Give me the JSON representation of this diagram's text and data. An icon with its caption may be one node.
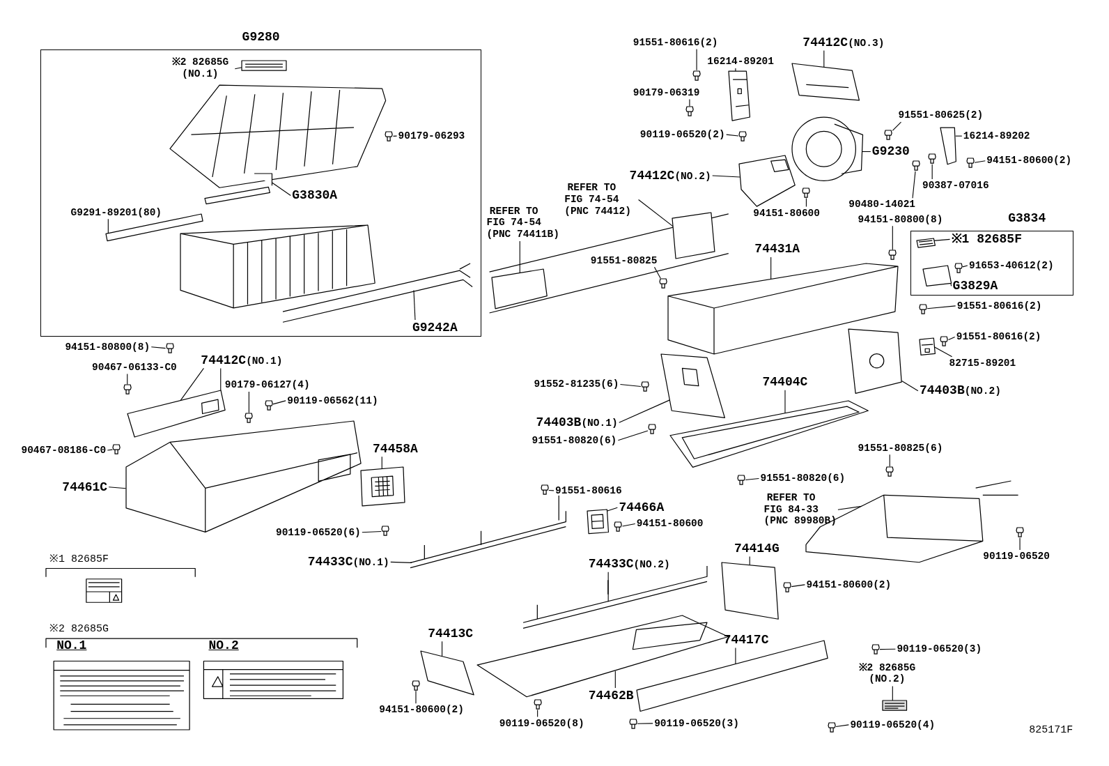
{
  "diagram": {
    "nodes": [
      {
        "text": [
          "G9280"
        ]
      },
      {
        "text": [
          "※2 82685G (NO.1)"
        ],
        "in": 0
      },
      {
        "text": [
          "90179-06293"
        ],
        "in": 0
      },
      {
        "text": [
          "G3830A"
        ],
        "in": 0
      },
      {
        "text": [
          "G9291-89201(80)"
        ],
        "in": 0
      },
      {
        "text": [
          "G9242A"
        ],
        "in": 0
      },
      {
        "text": [
          "94151-80800(8)"
        ]
      },
      {
        "text": [
          "90467-06133-C0"
        ]
      },
      {
        "text": [
          "**74412C**(NO.1)"
        ]
      },
      {
        "text": [
          "90179-06127(4)"
        ]
      },
      {
        "text": [
          "90119-06562(11)"
        ]
      },
      {
        "text": [
          "90467-08186-C0"
        ]
      },
      {
        "text": [
          "74461C"
        ]
      },
      {
        "text": [
          "74458A"
        ]
      },
      {
        "text": [
          "90119-06520(6)"
        ]
      },
      {
        "text": [
          "91551-80616(2)"
        ]
      },
      {
        "text": [
          "16214-89201"
        ]
      },
      {
        "text": [
          "**74412C**(NO.3)"
        ]
      },
      {
        "text": [
          "90179-06319"
        ]
      },
      {
        "text": [
          "90119-06520(2)"
        ]
      },
      {
        "text": [
          "91551-80625(2)"
        ]
      },
      {
        "text": [
          "16214-89202"
        ]
      },
      {
        "text": [
          "G9230"
        ]
      },
      {
        "text": [
          "94151-80600(2)"
        ]
      },
      {
        "text": [
          "**74412C**(NO.2)"
        ]
      },
      {
        "text": [
          "90387-07016"
        ]
      },
      {
        "text": [
          "90480-14021"
        ]
      },
      {
        "text": [
          "REFER TO FIG 74-54 (PNC 74412)"
        ]
      },
      {
        "text": [
          "94151-80600"
        ]
      },
      {
        "text": [
          "REFER TO FIG 74-54 (PNC 74411B)"
        ]
      },
      {
        "text": [
          "94151-80800(8)"
        ]
      },
      {
        "text": [
          "G3834"
        ]
      },
      {
        "text": [
          "※1 82685F"
        ],
        "in": 31
      },
      {
        "text": [
          "91653-40612(2)"
        ],
        "in": 31
      },
      {
        "text": [
          "G3829A"
        ],
        "in": 31
      },
      {
        "text": [
          "74431A"
        ]
      },
      {
        "text": [
          "91551-80825"
        ]
      },
      {
        "text": [
          "91551-80616(2)"
        ]
      },
      {
        "text": [
          "91551-80616(2)"
        ]
      },
      {
        "text": [
          "82715-89201"
        ]
      },
      {
        "text": [
          "91552-81235(6)"
        ]
      },
      {
        "text": [
          "74404C"
        ]
      },
      {
        "text": [
          "**74403B**(NO.2)"
        ]
      },
      {
        "text": [
          "**74403B**(NO.1)"
        ]
      },
      {
        "text": [
          "91551-80820(6)"
        ]
      },
      {
        "text": [
          "91551-80825(6)"
        ]
      },
      {
        "text": [
          "91551-80820(6)"
        ]
      },
      {
        "text": [
          "91551-80616"
        ]
      },
      {
        "text": [
          "74466A"
        ]
      },
      {
        "text": [
          "94151-80600"
        ]
      },
      {
        "text": [
          "REFER TO FIG 84-33 (PNC 89980B)"
        ]
      },
      {
        "text": [
          "90119-06520"
        ]
      },
      {
        "text": [
          "**74433C**(NO.1)"
        ]
      },
      {
        "text": [
          "**74433C**(NO.2)"
        ]
      },
      {
        "text": [
          "74414G"
        ]
      },
      {
        "text": [
          "94151-80600(2)"
        ]
      },
      {
        "text": [
          "74413C"
        ]
      },
      {
        "text": [
          "74417C"
        ]
      },
      {
        "text": [
          "90119-06520(3)"
        ]
      },
      {
        "text": [
          "※2 82685G (NO.2)"
        ]
      },
      {
        "text": [
          "94151-80600(2)"
        ]
      },
      {
        "text": [
          "74462B"
        ]
      },
      {
        "text": [
          "90119-06520(8)"
        ]
      },
      {
        "text": [
          "90119-06520(3)"
        ]
      },
      {
        "text": [
          "90119-06520(4)"
        ]
      },
      {
        "text": [],
        "shape": "picture",
        "in": 0
      },
      {
        "text": [],
        "shape": "picture",
        "in": 0
      },
      {
        "text": [],
        "shape": "picture",
        "in": 0
      },
      {
        "text": [],
        "shape": "picture",
        "in": 0
      },
      {
        "text": [],
        "shape": "picture",
        "in": 0
      },
      {
        "text": [],
        "shape": "picture",
        "in": 0
      },
      {
        "text": [],
        "shape": "picture"
      },
      {
        "text": [],
        "shape": "picture"
      },
      {
        "text": [],
        "shape": "picture"
      },
      {
        "text": [],
        "shape": "picture"
      },
      {
        "text": [],
        "shape": "picture"
      },
      {
        "text": [],
        "shape": "picture"
      },
      {
        "text": [],
        "shape": "picture"
      },
      {
        "text": [],
        "shape": "picture"
      },
      {
        "text": [],
        "shape": "picture"
      },
      {
        "text": [],
        "shape": "picture"
      },
      {
        "text": [],
        "shape": "picture"
      },
      {
        "text": [],
        "shape": "picture",
        "in": 31
      },
      {
        "text": [],
        "shape": "picture",
        "in": 31
      },
      {
        "text": [],
        "shape": "picture"
      },
      {
        "text": [],
        "shape": "picture"
      },
      {
        "text": [],
        "shape": "picture"
      },
      {
        "text": [],
        "shape": "picture"
      },
      {
        "text": [],
        "shape": "picture"
      },
      {
        "text": [],
        "shape": "picture"
      },
      {
        "text": [],
        "shape": "picture"
      },
      {
        "text": [],
        "shape": "picture"
      },
      {
        "text": [],
        "shape": "picture"
      },
      {
        "text": [],
        "shape": "picture"
      },
      {
        "text": [],
        "shape": "picture"
      },
      {
        "text": [],
        "shape": "picture"
      },
      {
        "text": [],
        "shape": "picture"
      },
      {
        "text": [],
        "shape": "picture",
        "in": 0
      },
      {
        "text": [],
        "shape": "picture"
      },
      {
        "text": [],
        "shape": "picture"
      },
      {
        "text": [],
        "shape": "picture"
      },
      {
        "text": [],
        "shape": "picture"
      },
      {
        "text": [],
        "shape": "picture"
      },
      {
        "text": [],
        "shape": "picture"
      },
      {
        "text": [],
        "shape": "picture"
      },
      {
        "text": [],
        "shape": "picture"
      },
      {
        "text": [],
        "shape": "picture"
      },
      {
        "text": [],
        "shape": "picture"
      },
      {
        "text": [],
        "shape": "picture"
      },
      {
        "text": [],
        "shape": "picture"
      },
      {
        "text": [],
        "shape": "picture"
      },
      {
        "text": [],
        "shape": "picture"
      },
      {
        "text": [],
        "shape": "picture"
      },
      {
        "text": [],
        "shape": "picture",
        "in": 31
      },
      {
        "text": [],
        "shape": "picture"
      },
      {
        "text": [],
        "shape": "picture"
      },
      {
        "text": [],
        "shape": "picture"
      },
      {
        "text": [],
        "shape": "picture"
      },
      {
        "text": [],
        "shape": "picture"
      },
      {
        "text": [],
        "shape": "picture"
      },
      {
        "text": [],
        "shape": "picture"
      },
      {
        "text": [],
        "shape": "picture"
      },
      {
        "text": [],
        "shape": "picture"
      },
      {
        "text": [],
        "shape": "picture"
      },
      {
        "text": [],
        "shape": "picture"
      },
      {
        "text": [],
        "shape": "picture"
      },
      {
        "text": [],
        "shape": "picture"
      },
      {
        "text": [],
        "shape": "picture"
      },
      {
        "text": [],
        "shape": "picture"
      },
      {
        "text": [],
        "shape": "picture"
      }
    ],
    "edges": [
      {
        "from": 1,
        "to": 66,
        "arrow": "none"
      },
      {
        "from": 2,
        "to": 97,
        "arrow": "none"
      },
      {
        "from": 3,
        "to": 67,
        "arrow": "none"
      },
      {
        "from": 4,
        "to": 68,
        "arrow": "none"
      },
      {
        "from": 5,
        "to": 70,
        "arrow": "none"
      },
      {
        "from": 6,
        "to": 98,
        "arrow": "none"
      },
      {
        "from": 7,
        "to": 99,
        "arrow": "none"
      },
      {
        "from": 8,
        "to": 71,
        "arrow": "none"
      },
      {
        "from": 8,
        "to": 71,
        "arrow": "none"
      },
      {
        "from": 9,
        "to": 100,
        "arrow": "none"
      },
      {
        "from": 10,
        "to": 101,
        "arrow": "none"
      },
      {
        "from": 11,
        "to": 102,
        "arrow": "none"
      },
      {
        "from": 12,
        "to": 72,
        "arrow": "none"
      },
      {
        "from": 13,
        "to": 73,
        "arrow": "none"
      },
      {
        "from": 14,
        "to": 103,
        "arrow": "none"
      },
      {
        "from": 15,
        "to": 104,
        "arrow": "none"
      },
      {
        "from": 16,
        "to": 75,
        "arrow": "none"
      },
      {
        "from": 17,
        "to": 74,
        "arrow": "none"
      },
      {
        "from": 18,
        "to": 105,
        "arrow": "none"
      },
      {
        "from": 19,
        "to": 106,
        "arrow": "none"
      },
      {
        "from": 20,
        "to": 107,
        "arrow": "none"
      },
      {
        "from": 21,
        "to": 78,
        "arrow": "none"
      },
      {
        "from": 22,
        "to": 76,
        "arrow": "none"
      },
      {
        "from": 23,
        "to": 108,
        "arrow": "none"
      },
      {
        "from": 24,
        "to": 77,
        "arrow": "none"
      },
      {
        "from": 25,
        "to": 109,
        "arrow": "none"
      },
      {
        "from": 26,
        "to": 110,
        "arrow": "none"
      },
      {
        "from": 27,
        "to": 80,
        "arrow": "none"
      },
      {
        "from": 28,
        "to": 111,
        "arrow": "none"
      },
      {
        "from": 29,
        "to": 79,
        "arrow": "none"
      },
      {
        "from": 30,
        "to": 112,
        "arrow": "none"
      },
      {
        "from": 32,
        "to": 82,
        "arrow": "none"
      },
      {
        "from": 33,
        "to": 113,
        "arrow": "none"
      },
      {
        "from": 34,
        "to": 83,
        "arrow": "none"
      },
      {
        "from": 35,
        "to": 81,
        "arrow": "none"
      },
      {
        "from": 36,
        "to": 114,
        "arrow": "none"
      },
      {
        "from": 37,
        "to": 115,
        "arrow": "none"
      },
      {
        "from": 38,
        "to": 116,
        "arrow": "none"
      },
      {
        "from": 39,
        "to": 84,
        "arrow": "none"
      },
      {
        "from": 40,
        "to": 117,
        "arrow": "none"
      },
      {
        "from": 41,
        "to": 87,
        "arrow": "none"
      },
      {
        "from": 42,
        "to": 86,
        "arrow": "none"
      },
      {
        "from": 43,
        "to": 85,
        "arrow": "none"
      },
      {
        "from": 44,
        "to": 118,
        "arrow": "none"
      },
      {
        "from": 45,
        "to": 119,
        "arrow": "none"
      },
      {
        "from": 46,
        "to": 120,
        "arrow": "none"
      },
      {
        "from": 47,
        "to": 121,
        "arrow": "none"
      },
      {
        "from": 48,
        "to": 89,
        "arrow": "none"
      },
      {
        "from": 49,
        "to": 122,
        "arrow": "none"
      },
      {
        "from": 50,
        "to": 90,
        "arrow": "none"
      },
      {
        "from": 51,
        "to": 123,
        "arrow": "none"
      },
      {
        "from": 52,
        "to": 88,
        "arrow": "none"
      },
      {
        "from": 53,
        "to": 91,
        "arrow": "none"
      },
      {
        "from": 54,
        "to": 92,
        "arrow": "none"
      },
      {
        "from": 55,
        "to": 124,
        "arrow": "none"
      },
      {
        "from": 56,
        "to": 94,
        "arrow": "none"
      },
      {
        "from": 57,
        "to": 95,
        "arrow": "none"
      },
      {
        "from": 58,
        "to": 125,
        "arrow": "none"
      },
      {
        "from": 59,
        "to": 96,
        "arrow": "none"
      },
      {
        "from": 60,
        "to": 126,
        "arrow": "none"
      },
      {
        "from": 61,
        "to": 93,
        "arrow": "none"
      },
      {
        "from": 62,
        "to": 127,
        "arrow": "none"
      },
      {
        "from": 63,
        "to": 128,
        "arrow": "none"
      },
      {
        "from": 64,
        "to": 129,
        "arrow": "none"
      }
    ],
    "labels": [
      "※1 82685F",
      "※2 82685G",
      "NO.1",
      "NO.2",
      "825171F"
    ]
  }
}
